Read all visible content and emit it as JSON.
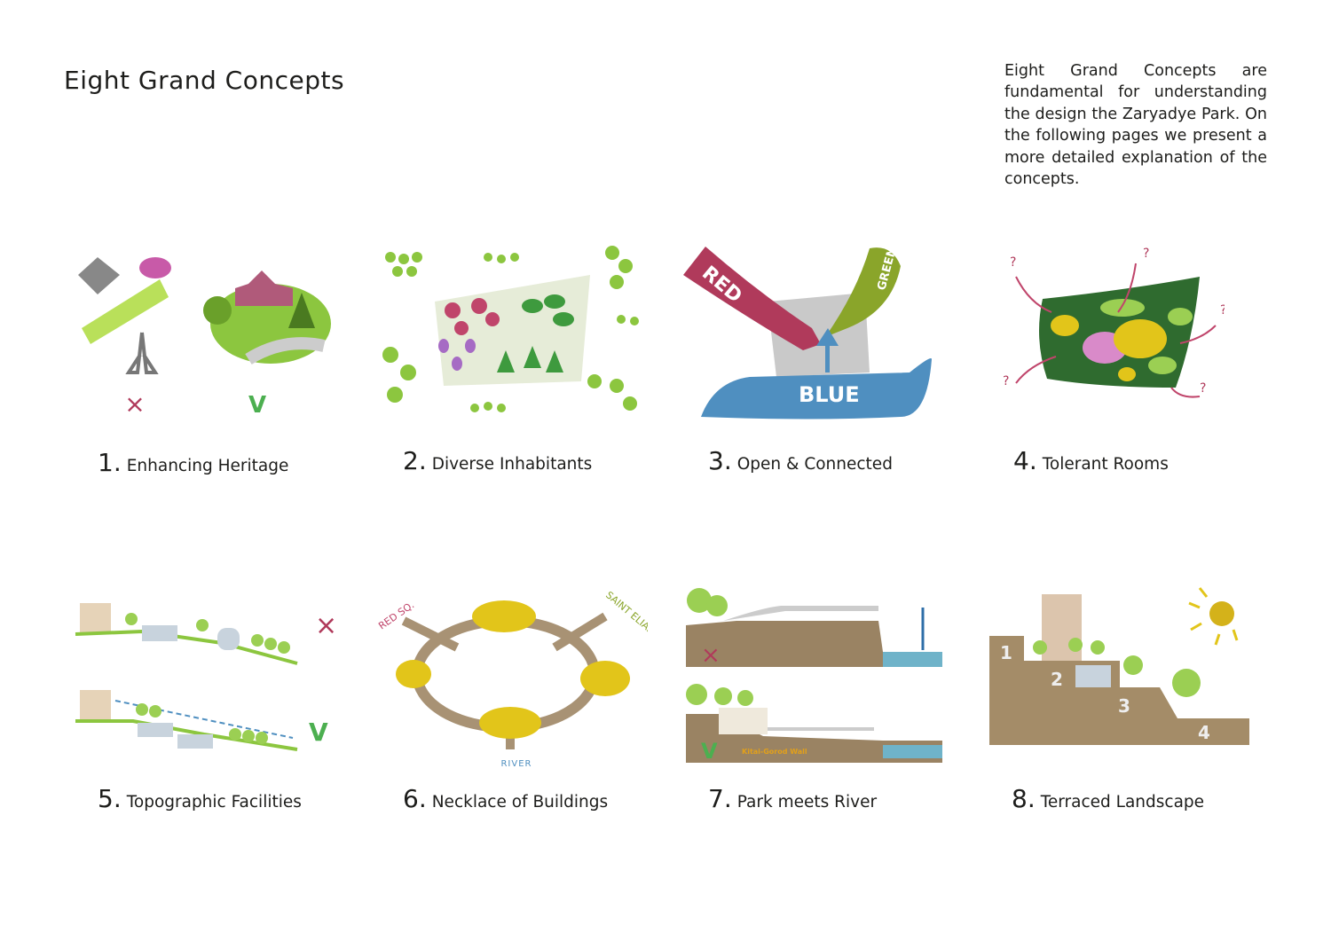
{
  "page": {
    "title": "Eight Grand Concepts",
    "intro": "Eight Grand Concepts are fundamental for understanding the design the Zaryadye Park. On the following pages we present a more detailed explanation of the concepts."
  },
  "concepts": [
    {
      "number": "1.",
      "label": "Enhancing Heritage",
      "marks": [
        "×",
        "V"
      ]
    },
    {
      "number": "2.",
      "label": "Diverse Inhabitants"
    },
    {
      "number": "3.",
      "label": "Open & Connected",
      "arrows": [
        "RED",
        "GREEN",
        "BLUE"
      ]
    },
    {
      "number": "4.",
      "label": "Tolerant Rooms",
      "marks": [
        "?",
        "?",
        "?",
        "?",
        "?"
      ]
    },
    {
      "number": "5.",
      "label": "Topographic Facilities",
      "marks": [
        "×",
        "V"
      ]
    },
    {
      "number": "6.",
      "label": "Necklace of Buildings",
      "destinations": [
        "RED SQ.",
        "SAINT ELIAS",
        "RIVER"
      ]
    },
    {
      "number": "7.",
      "label": "Park meets River",
      "marks": [
        "×",
        "V"
      ],
      "wall_label": "Kitai-Gorod Wall"
    },
    {
      "number": "8.",
      "label": "Terraced Landscape",
      "levels": [
        "1",
        "2",
        "3",
        "4"
      ]
    }
  ],
  "colors": {
    "green": "#8cc63f",
    "dark_green": "#2e7d32",
    "red": "#b03a5b",
    "blue": "#4f8fc0",
    "yellow": "#e2c51a",
    "brown": "#8b7355"
  }
}
